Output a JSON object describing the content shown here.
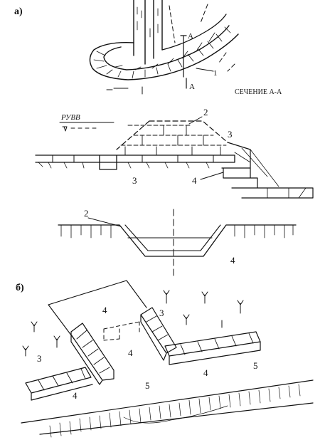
{
  "panels": {
    "a": {
      "label": "а)"
    },
    "b": {
      "label": "б)"
    }
  },
  "section": {
    "title": "СЕЧЕНИЕ А-А",
    "mark_a_top": "A",
    "mark_a_bottom": "A",
    "mark_1": "1"
  },
  "water_level": {
    "label": "РУВВ"
  },
  "callouts": {
    "c2_top": "2",
    "c3_right": "3",
    "c3_left": "3",
    "c4_mid": "4",
    "c2_bottom": "2",
    "c4_bottom": "4",
    "b_4_top": "4",
    "b_3_top": "3",
    "b_4_center": "4",
    "b_3_left": "3",
    "b_4_right": "4",
    "b_5_right": "5",
    "b_5_center": "5",
    "b_4_left": "4"
  },
  "colors": {
    "ink": "#111111",
    "paper": "#ffffff"
  }
}
